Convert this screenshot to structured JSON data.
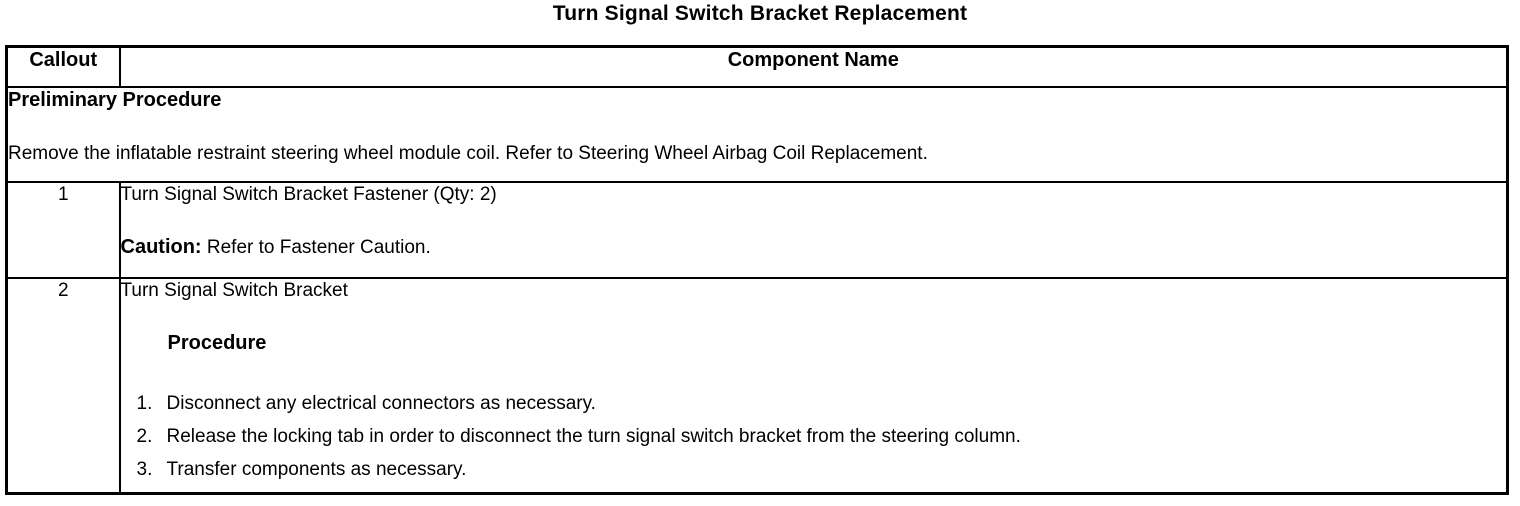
{
  "title": "Turn Signal Switch Bracket Replacement",
  "table": {
    "headers": {
      "callout": "Callout",
      "component": "Component Name"
    },
    "preliminary": {
      "heading": "Preliminary Procedure",
      "text": "Remove the inflatable restraint steering wheel module coil. Refer to Steering Wheel Airbag Coil Replacement."
    },
    "rows": [
      {
        "callout": "1",
        "component": "Turn Signal Switch Bracket Fastener (Qty: 2)",
        "caution_label": "Caution:",
        "caution_text": " Refer to Fastener Caution."
      },
      {
        "callout": "2",
        "component": "Turn Signal Switch Bracket",
        "procedure_heading": "Procedure",
        "steps": [
          {
            "num": "1.",
            "text": "Disconnect any electrical connectors as necessary."
          },
          {
            "num": "2.",
            "text": "Release the locking tab in order to disconnect the turn signal switch bracket from the steering column."
          },
          {
            "num": "3.",
            "text": "Transfer components as necessary."
          }
        ]
      }
    ]
  },
  "colors": {
    "text": "#000000",
    "background": "#ffffff",
    "border": "#000000"
  }
}
